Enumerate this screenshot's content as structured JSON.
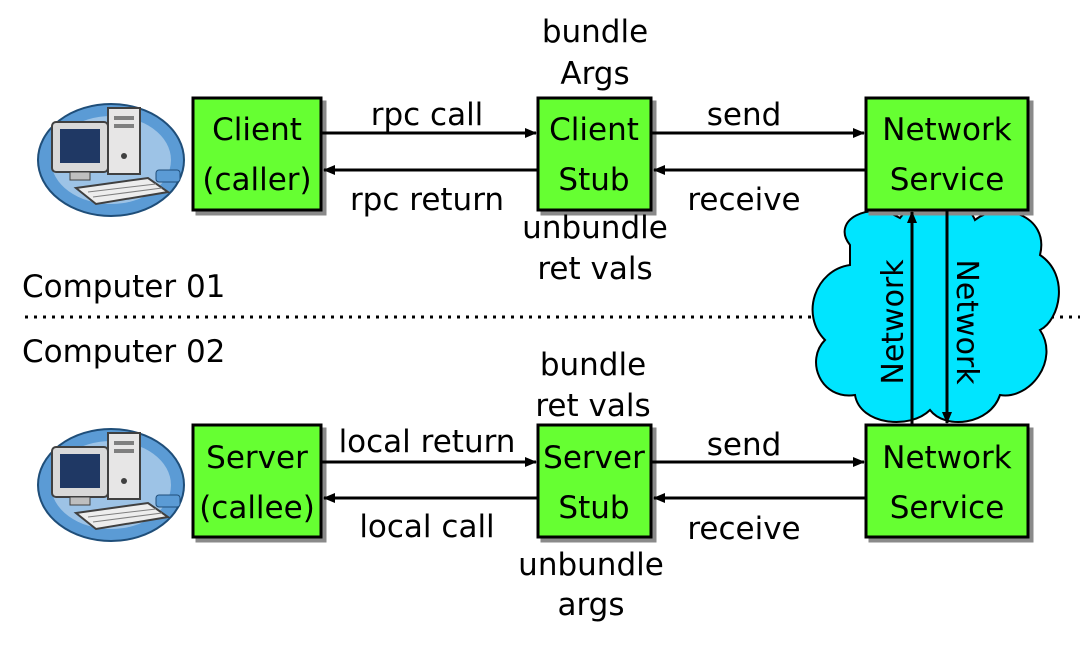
{
  "colors": {
    "box_fill": "#66ff33",
    "cloud_fill": "#00e5ff",
    "stroke": "#000000"
  },
  "boxes": {
    "client": {
      "line1": "Client",
      "line2": "(caller)"
    },
    "client_stub": {
      "line1": "Client",
      "line2": "Stub"
    },
    "network_service_top": {
      "line1": "Network",
      "line2": "Service"
    },
    "server": {
      "line1": "Server",
      "line2": "(callee)"
    },
    "server_stub": {
      "line1": "Server",
      "line2": "Stub"
    },
    "network_service_bottom": {
      "line1": "Network",
      "line2": "Service"
    }
  },
  "labels": {
    "bundle_args": {
      "line1": "bundle",
      "line2": "Args"
    },
    "unbundle_ret": {
      "line1": "unbundle",
      "line2": "ret vals"
    },
    "bundle_ret": {
      "line1": "bundle",
      "line2": "ret vals"
    },
    "unbundle_args": {
      "line1": "unbundle",
      "line2": "args"
    },
    "rpc_call": "rpc call",
    "rpc_return": "rpc return",
    "send_top": "send",
    "receive_top": "receive",
    "local_return": "local return",
    "local_call": "local call",
    "send_bottom": "send",
    "receive_bottom": "receive",
    "computer_01": "Computer 01",
    "computer_02": "Computer 02",
    "network_up": "Network",
    "network_down": "Network"
  },
  "icons": {
    "computer": "computer-icon",
    "cloud": "network-cloud-icon"
  }
}
